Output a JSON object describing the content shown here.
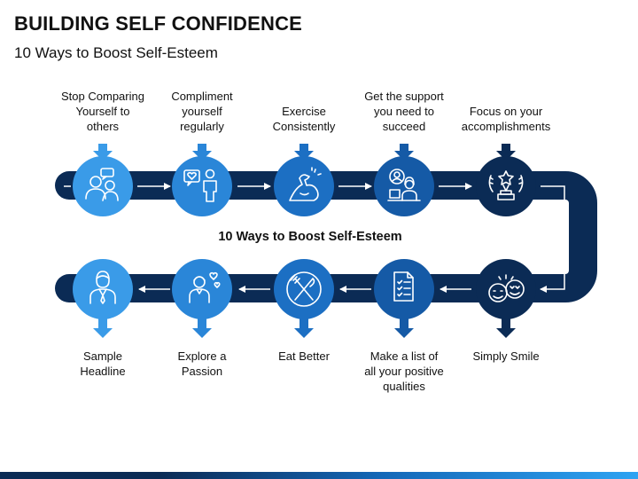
{
  "header": {
    "title": "BUILDING SELF CONFIDENCE",
    "subtitle": "10 Ways to Boost Self-Esteem"
  },
  "center_label": "10 Ways to Boost Self-Esteem",
  "colors": {
    "track": "#0b2b55",
    "arrow": "#ffffff",
    "accent_dark": "#0b2b55",
    "accent_mid": "#1565b6",
    "accent_light": "#2ea3f2"
  },
  "steps": [
    {
      "label": "Stop Comparing\nYourself to\nothers",
      "icon": "people-chat-icon"
    },
    {
      "label": "Compliment\nyourself\nregularly",
      "icon": "person-heart-icon"
    },
    {
      "label": "Exercise\nConsistently",
      "icon": "flexed-arm-icon"
    },
    {
      "label": "Get the support\nyou need to\nsucceed",
      "icon": "support-person-icon"
    },
    {
      "label": "Focus on your\naccomplishments",
      "icon": "trophy-star-icon"
    },
    {
      "label": "Simply Smile",
      "icon": "smile-faces-icon"
    },
    {
      "label": "Make a list of\nall your positive\nqualities",
      "icon": "checklist-icon"
    },
    {
      "label": "Eat Better",
      "icon": "fork-knife-icon"
    },
    {
      "label": "Explore a\nPassion",
      "icon": "person-hearts-icon"
    },
    {
      "label": "Sample\nHeadline",
      "icon": "businessman-icon"
    }
  ]
}
